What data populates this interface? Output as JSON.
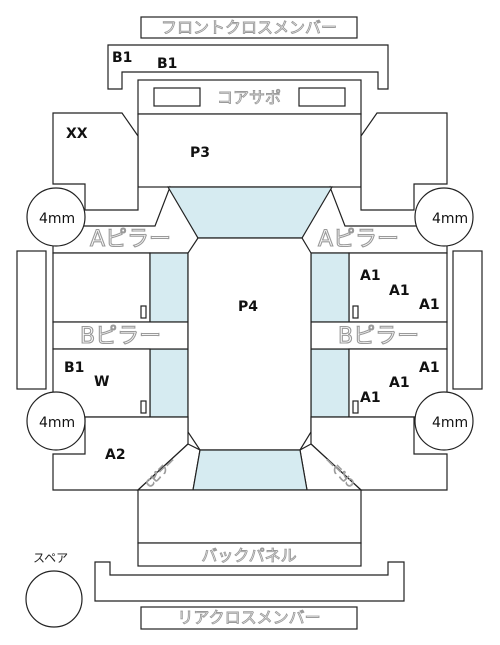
{
  "labels": {
    "front_cross_member": "フロントクロスメンバー",
    "core_support": "コアサポ",
    "a_pillar": "Aピラー",
    "b_pillar": "Bピラー",
    "c_pillar": "Cピラー",
    "back_panel": "バックパネル",
    "rear_cross_member": "リアクロスメンバー",
    "spare": "スペア"
  },
  "tires": {
    "front_left": "4mm",
    "front_right": "4mm",
    "rear_left": "4mm",
    "rear_right": "4mm"
  },
  "marks": {
    "bumper_left": "B1",
    "bumper_center": "B1",
    "front_left_fender": "XX",
    "hood": "P3",
    "roof": "P4",
    "right_front_door_1": "A1",
    "right_front_door_2": "A1",
    "right_front_door_3": "A1",
    "right_rear_door_1": "A1",
    "right_rear_door_2": "A1",
    "right_rear_door_3": "A1",
    "left_rear_door_1": "B1",
    "left_rear_door_2": "W",
    "left_rear_fender": "A2"
  }
}
